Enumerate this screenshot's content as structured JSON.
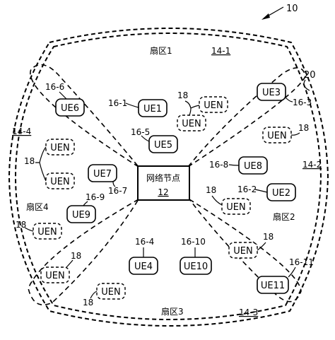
{
  "figure_number": "10",
  "cell_ref": "20",
  "node": {
    "name": "网络节点",
    "ref": "12"
  },
  "sectors": [
    {
      "name": "扇区1",
      "ref": "14-1"
    },
    {
      "name": "扇区2",
      "ref": "14-2"
    },
    {
      "name": "扇区3",
      "ref": "14-3"
    },
    {
      "name": "扇区4",
      "ref": "14-4"
    }
  ],
  "ues": [
    {
      "label": "UE1",
      "ref": "16-1"
    },
    {
      "label": "UE2",
      "ref": "16-2"
    },
    {
      "label": "UE3",
      "ref": "16-3"
    },
    {
      "label": "UE4",
      "ref": "16-4"
    },
    {
      "label": "UE5",
      "ref": "16-5"
    },
    {
      "label": "UE6",
      "ref": "16-6"
    },
    {
      "label": "UE7",
      "ref": "16-7"
    },
    {
      "label": "UE8",
      "ref": "16-8"
    },
    {
      "label": "UE9",
      "ref": "16-9"
    },
    {
      "label": "UE10",
      "ref": "16-10"
    },
    {
      "label": "UE11",
      "ref": "16-11"
    }
  ],
  "uen": {
    "label": "UEN",
    "ref": "18"
  }
}
